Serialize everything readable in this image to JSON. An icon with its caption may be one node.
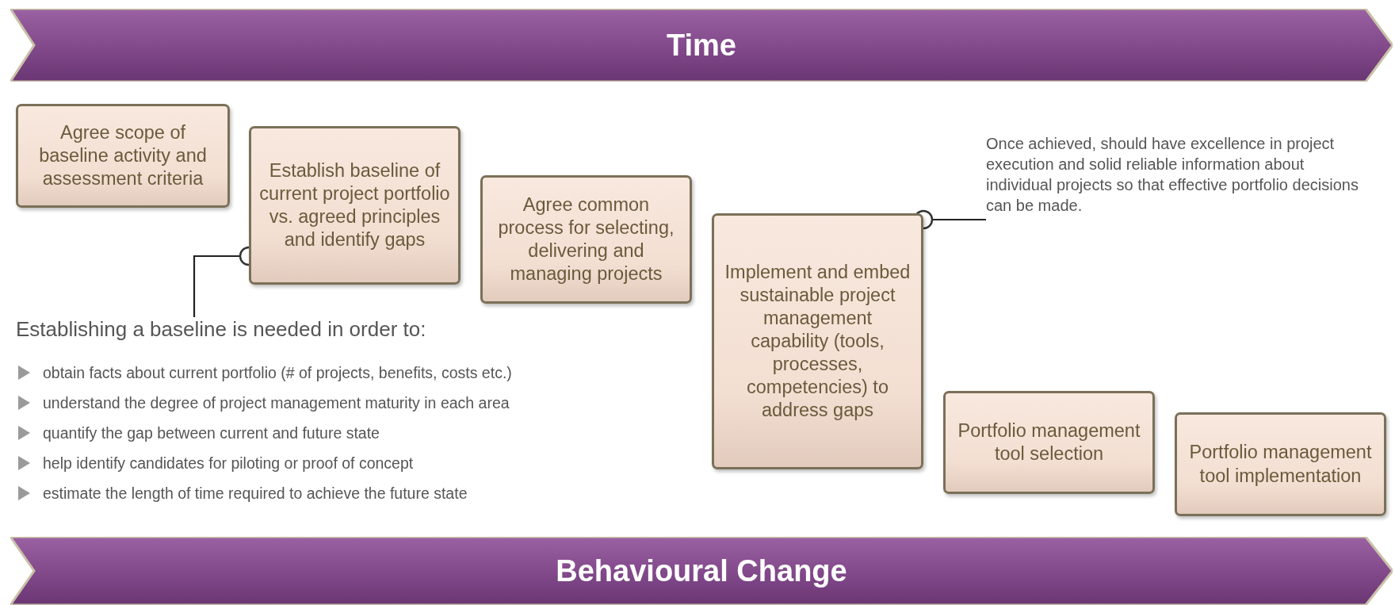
{
  "diagram": {
    "nodes": [
      {
        "text": [
          "Time"
        ]
      },
      {
        "text": [
          "Agree scope of baseline activity and assessment criteria"
        ]
      },
      {
        "text": [
          "Establish baseline of current project portfolio vs. agreed principles and identify gaps"
        ]
      },
      {
        "text": [
          "Agree common process for selecting, delivering and managing projects"
        ]
      },
      {
        "text": [
          "Implement and embed sustainable project management capability (tools, processes, competencies) to address gaps"
        ]
      },
      {
        "text": [
          "Portfolio management tool selection"
        ]
      },
      {
        "text": [
          "Portfolio management tool implementation"
        ]
      },
      {
        "text": [
          "Establishing a baseline is needed in order to:",
          "obtain facts about current portfolio (# of projects, benefits, costs etc.)",
          "understand the degree of project management maturity in each area",
          "quantify the gap between current and future state",
          "help identify candidates for piloting or proof of concept",
          "estimate the length of time required to achieve the future state"
        ]
      },
      {
        "text": [
          "Once achieved, should have excellence in project execution and solid reliable information about individual projects so that effective portfolio decisions can be made."
        ]
      },
      {
        "text": [
          "Behavioural Change"
        ]
      }
    ],
    "edges": [
      {
        "from": 7,
        "to": 2,
        "arrow": "other"
      },
      {
        "from": 8,
        "to": 4,
        "arrow": "other"
      }
    ]
  }
}
